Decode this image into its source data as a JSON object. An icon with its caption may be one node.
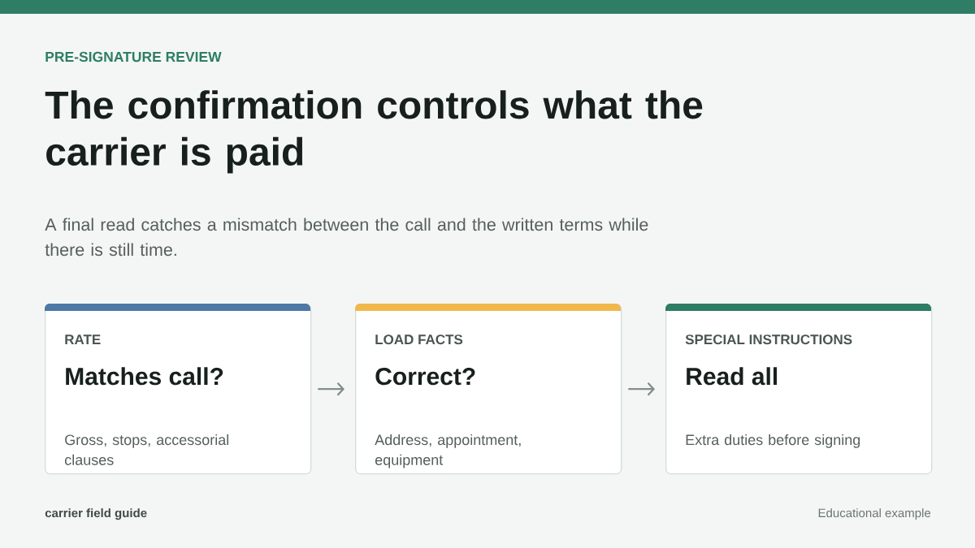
{
  "diagram": {
    "title": "The confirmation controls what the carrier is paid",
    "nodes": [
      {
        "text": [
          "RATE",
          "Matches call?",
          "Gross, stops, accessorial clauses"
        ]
      },
      {
        "text": [
          "LOAD FACTS",
          "Correct?",
          "Address, appointment, equipment"
        ]
      },
      {
        "text": [
          "SPECIAL INSTRUCTIONS",
          "Read all",
          "Extra duties before signing"
        ]
      }
    ],
    "edges": [
      {
        "from": 0,
        "to": 1,
        "arrow": "to"
      },
      {
        "from": 1,
        "to": 2,
        "arrow": "to"
      }
    ],
    "labels": [
      "PRE-SIGNATURE REVIEW",
      "A final read catches a mismatch between the call and the written terms while there is still time.",
      "carrier field guide",
      "Educational example"
    ]
  }
}
